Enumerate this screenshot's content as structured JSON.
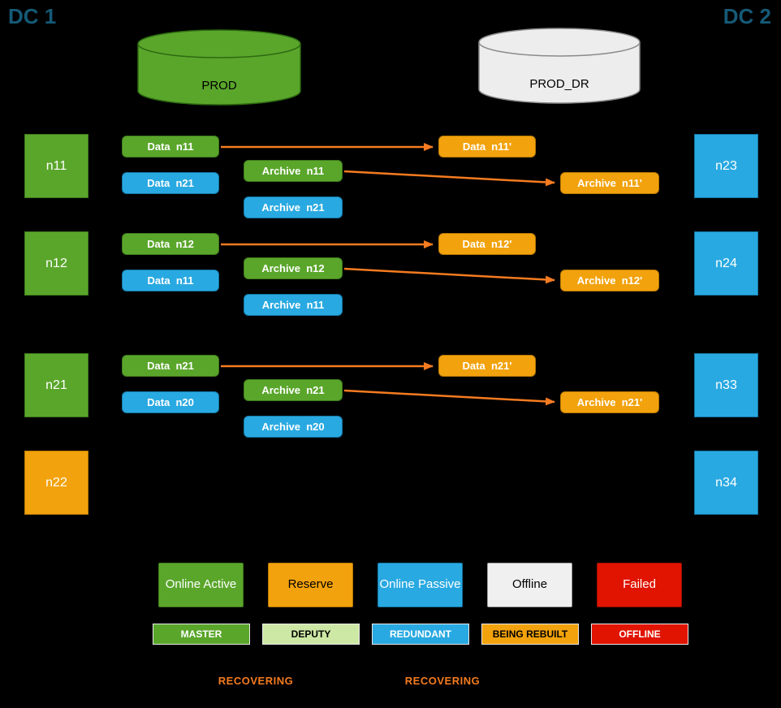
{
  "colors": {
    "online_active_green": "#5aa62b",
    "online_passive_blue": "#29a9e1",
    "reserve_orange": "#f2a20c",
    "failed_red": "#e01400",
    "deputy_light_green": "#cde8a5",
    "offline_gray": "#f0f0f0",
    "arrow_orange": "#f57b20",
    "dc_label_teal": "#155a77",
    "background": "#000000"
  },
  "dc1_label": "DC 1",
  "dc2_label": "DC 2",
  "databases": {
    "prod": "PROD",
    "prod_dr": "PROD_DR"
  },
  "left_nodes": [
    {
      "label": "n11",
      "status": "online-active"
    },
    {
      "label": "n12",
      "status": "online-active"
    },
    {
      "label": "n21",
      "status": "online-active"
    },
    {
      "label": "n22",
      "status": "reserve"
    }
  ],
  "right_nodes": [
    {
      "label": "n23",
      "status": "online-passive"
    },
    {
      "label": "n24",
      "status": "online-passive"
    },
    {
      "label": "n33",
      "status": "online-passive"
    },
    {
      "label": "n34",
      "status": "online-passive"
    }
  ],
  "groups": [
    {
      "data_primary": "Data  n11",
      "data_secondary": "Data  n21",
      "archive_primary": "Archive  n11",
      "archive_secondary": "Archive  n21",
      "dr_data": "Data  n11'",
      "dr_archive": "Archive  n11'"
    },
    {
      "data_primary": "Data  n12",
      "data_secondary": "Data  n11",
      "archive_primary": "Archive  n12",
      "archive_secondary": "Archive  n11",
      "dr_data": "Data  n12'",
      "dr_archive": "Archive  n12'"
    },
    {
      "data_primary": "Data  n21",
      "data_secondary": "Data  n20",
      "archive_primary": "Archive  n21",
      "archive_secondary": "Archive  n20",
      "dr_data": "Data  n21'",
      "dr_archive": "Archive  n21'"
    }
  ],
  "legend": {
    "statuses": [
      {
        "label": "Online Active"
      },
      {
        "label": "Reserve"
      },
      {
        "label": "Online Passive"
      },
      {
        "label": "Offline"
      },
      {
        "label": "Failed"
      }
    ],
    "roles": [
      {
        "label": "MASTER"
      },
      {
        "label": "DEPUTY"
      },
      {
        "label": "REDUNDANT"
      },
      {
        "label": "BEING REBUILT"
      },
      {
        "label": "OFFLINE"
      }
    ],
    "recovering_left": "RECOVERING",
    "recovering_right": "RECOVERING"
  }
}
